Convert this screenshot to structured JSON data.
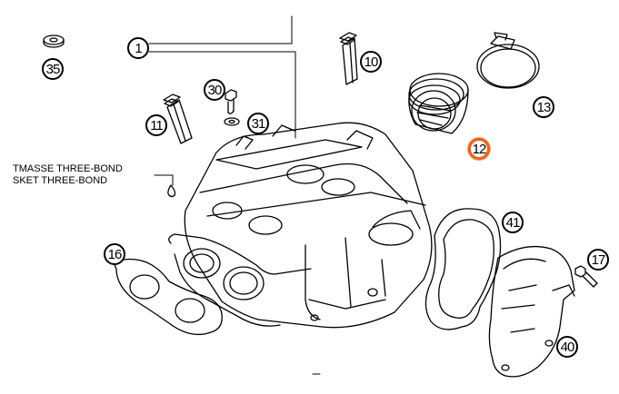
{
  "diagram": {
    "callouts": {
      "c1": "1",
      "c10": "10",
      "c11": "11",
      "c12": "12",
      "c13": "13",
      "c16": "16",
      "c17": "17",
      "c30": "30",
      "c31": "31",
      "c35": "35",
      "c40": "40",
      "c41": "41"
    },
    "highlighted": "12",
    "highlight_color": "#e8641b",
    "notes": {
      "line1": "TMASSE THREE-BOND",
      "line2": "SKET THREE-BOND"
    }
  }
}
